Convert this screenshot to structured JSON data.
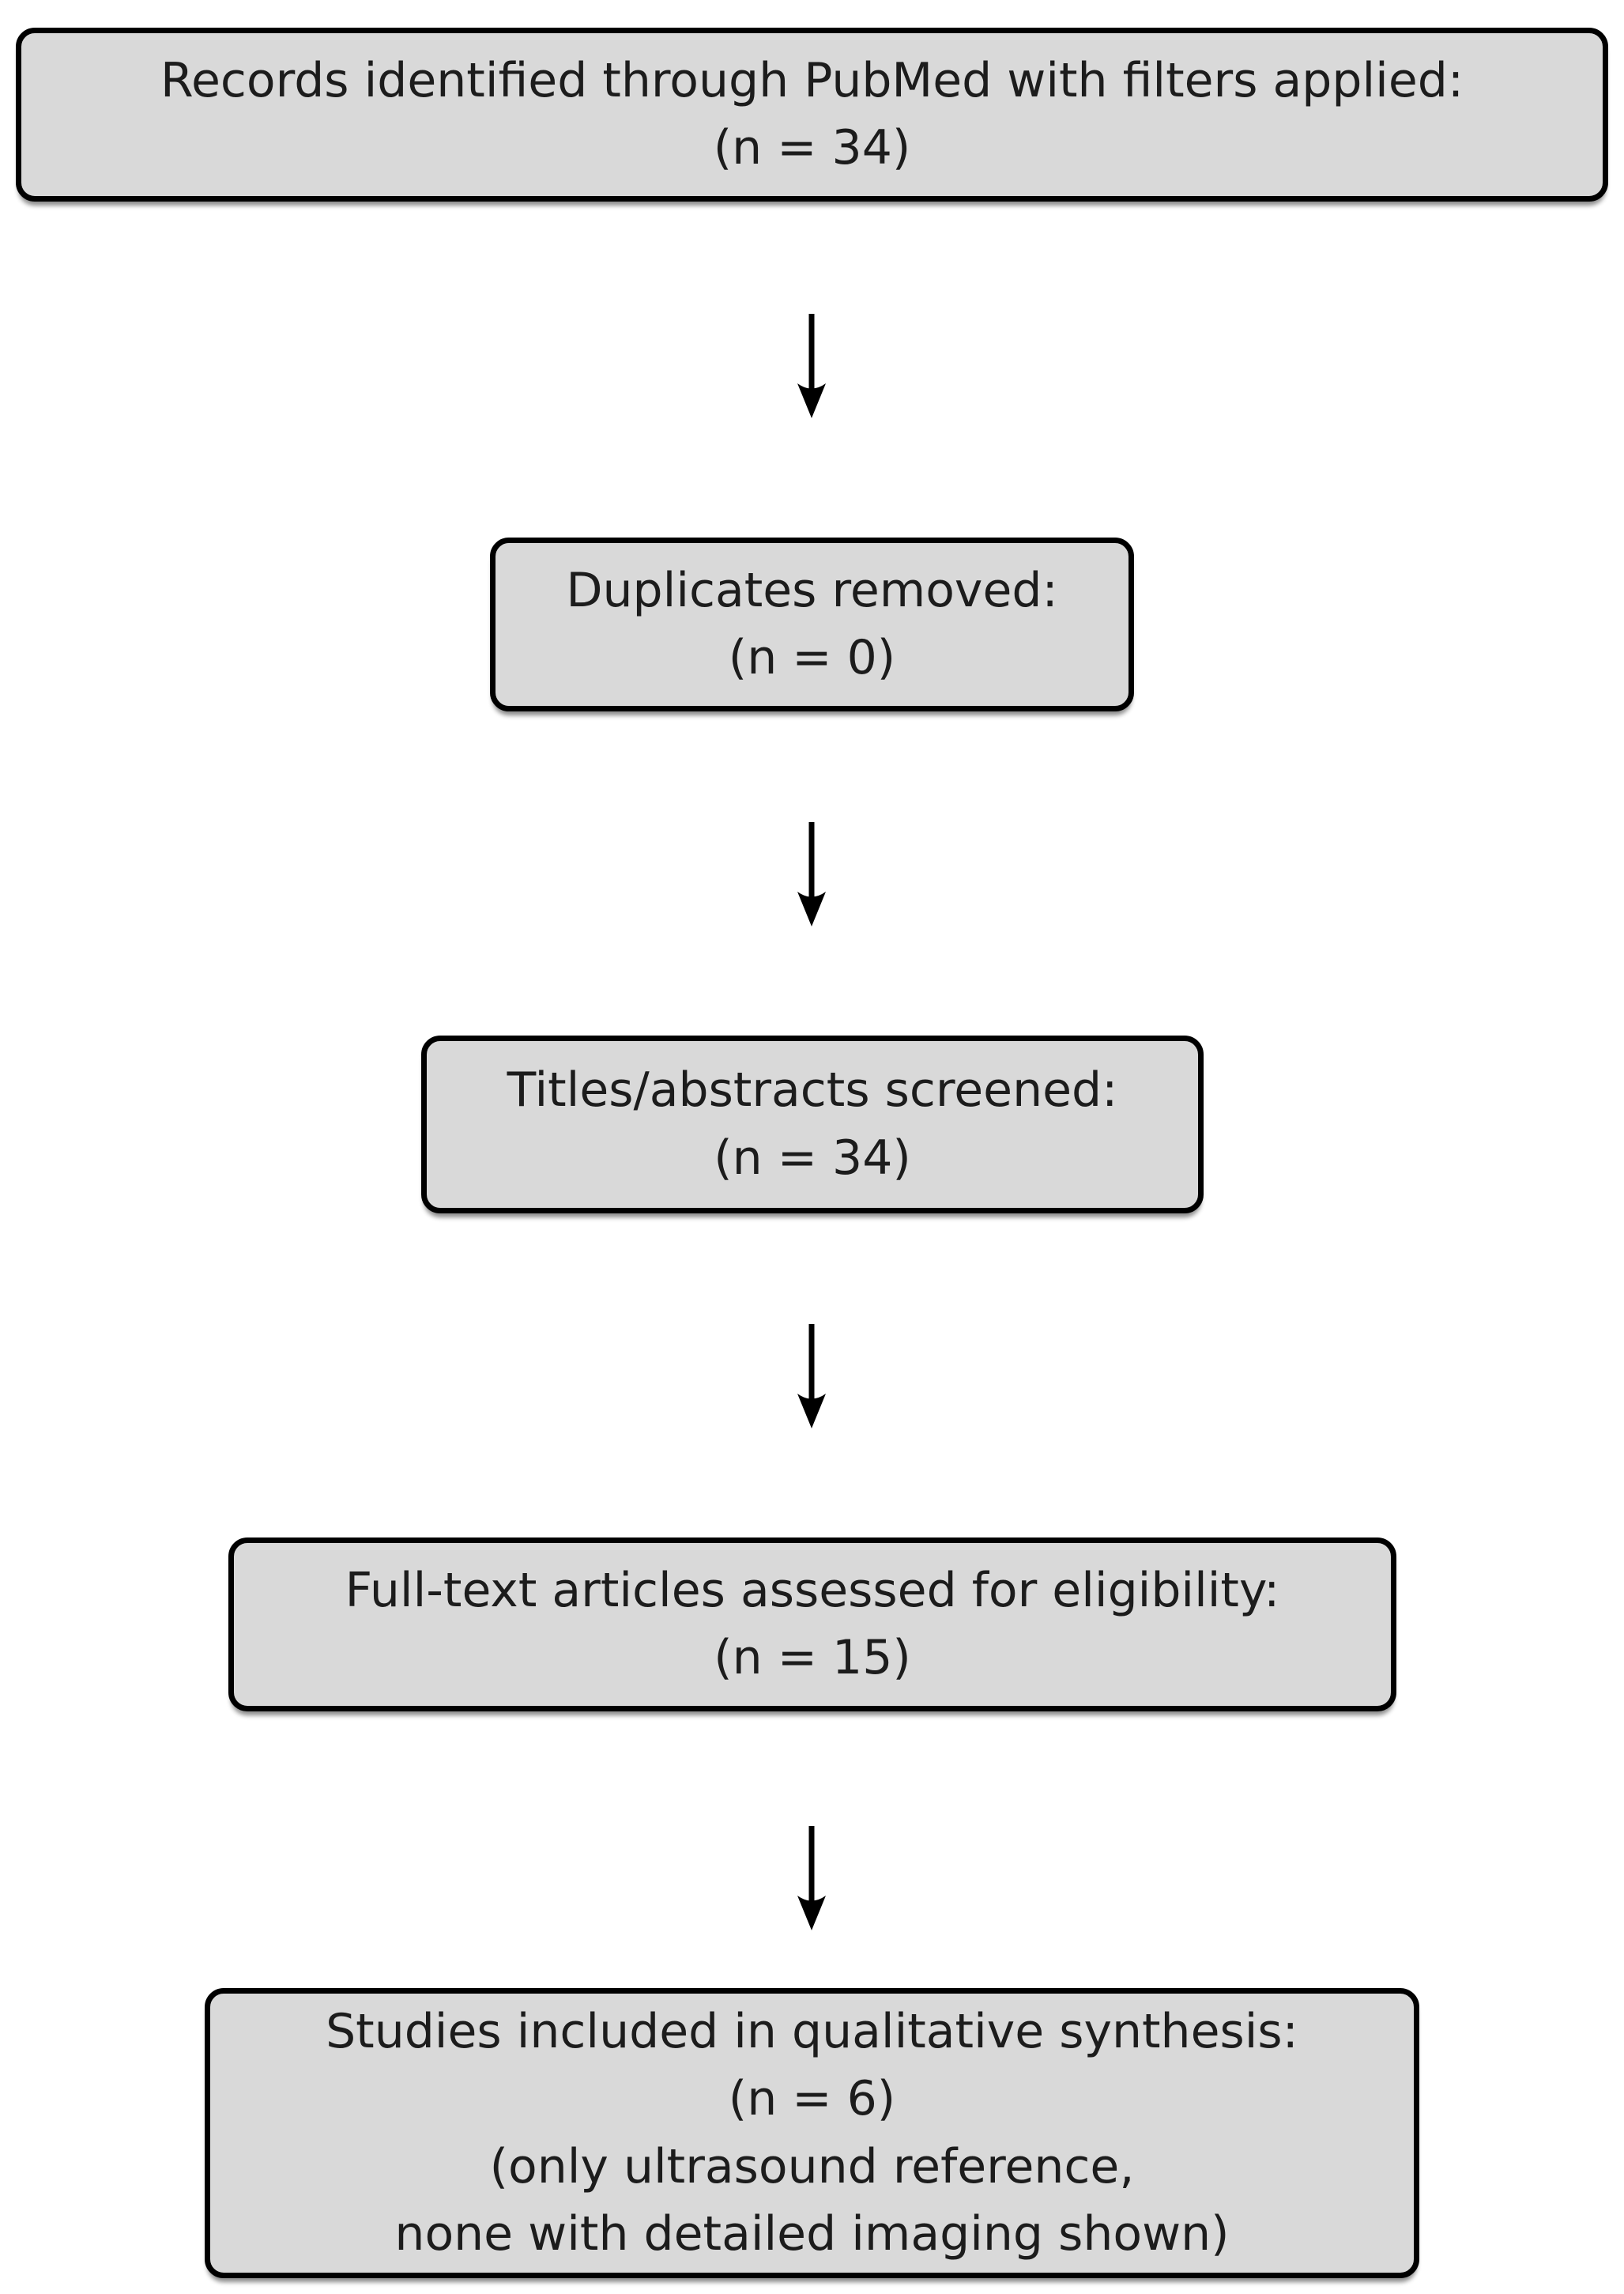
{
  "flowchart": {
    "nodes": [
      {
        "id": "records-identified",
        "lines": [
          "Records identified through PubMed with filters applied:",
          "(n = 34)"
        ]
      },
      {
        "id": "duplicates-removed",
        "lines": [
          "Duplicates removed:",
          "(n = 0)"
        ]
      },
      {
        "id": "titles-abstracts-screened",
        "lines": [
          "Titles/abstracts screened:",
          "(n = 34)"
        ]
      },
      {
        "id": "full-text-assessed",
        "lines": [
          "Full-text articles assessed for eligibility:",
          "(n = 15)"
        ]
      },
      {
        "id": "studies-included",
        "lines": [
          "Studies included in qualitative synthesis:",
          "(n = 6)",
          "(only ultrasound reference,",
          "none with detailed imaging shown)"
        ]
      }
    ],
    "connectors": [
      {
        "from": "records-identified",
        "to": "duplicates-removed",
        "type": "down-arrow"
      },
      {
        "from": "duplicates-removed",
        "to": "titles-abstracts-screened",
        "type": "down-arrow"
      },
      {
        "from": "titles-abstracts-screened",
        "to": "full-text-assessed",
        "type": "down-arrow"
      },
      {
        "from": "full-text-assessed",
        "to": "studies-included",
        "type": "down-arrow"
      }
    ]
  },
  "colors": {
    "background": "#ffffff",
    "node_fill": "#d9d9d9",
    "node_border": "#000000",
    "text": "#1c1c1c",
    "arrow": "#000000"
  }
}
